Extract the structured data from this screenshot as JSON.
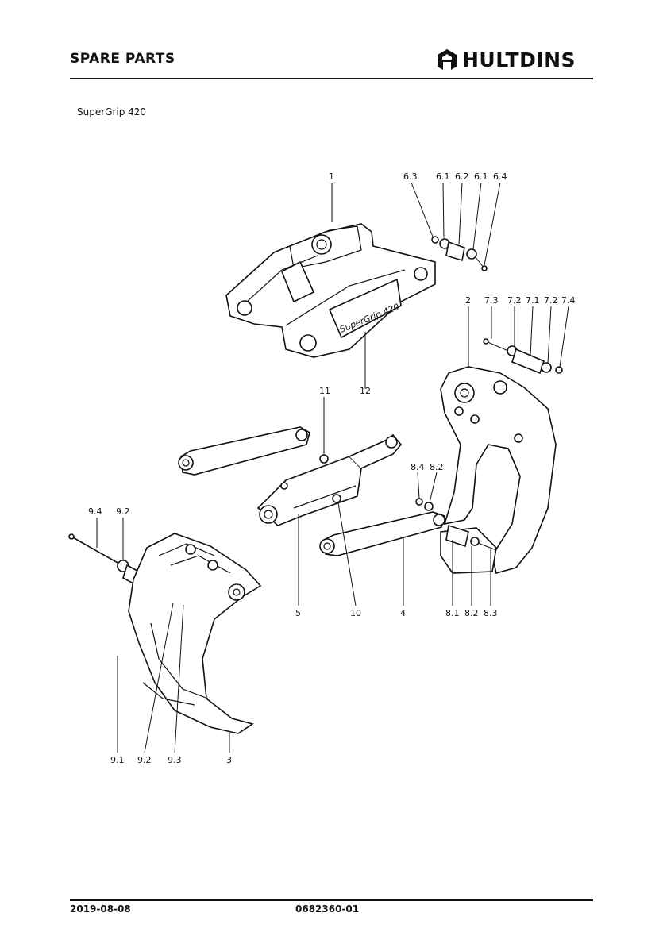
{
  "header": {
    "title": "SPARE PARTS",
    "brand": "HULTDINS"
  },
  "document": {
    "subtitle": "SuperGrip 420",
    "date": "2019-08-08",
    "doc_number": "0682360-01"
  },
  "drawing": {
    "decal_text": "SuperGrip 420",
    "callouts": {
      "c1": "1",
      "c6_3": "6.3",
      "c6_1a": "6.1",
      "c6_2": "6.2",
      "c6_1b": "6.1",
      "c6_4": "6.4",
      "c2": "2",
      "c7_3": "7.3",
      "c7_2a": "7.2",
      "c7_1": "7.1",
      "c7_2b": "7.2",
      "c7_4": "7.4",
      "c11": "11",
      "c12": "12",
      "c8_4": "8.4",
      "c8_2a": "8.2",
      "c9_4": "9.4",
      "c9_2a": "9.2",
      "c5": "5",
      "c10": "10",
      "c4": "4",
      "c8_1": "8.1",
      "c8_2b": "8.2",
      "c8_3": "8.3",
      "c9_1": "9.1",
      "c9_2b": "9.2",
      "c9_3": "9.3",
      "c3": "3"
    }
  }
}
